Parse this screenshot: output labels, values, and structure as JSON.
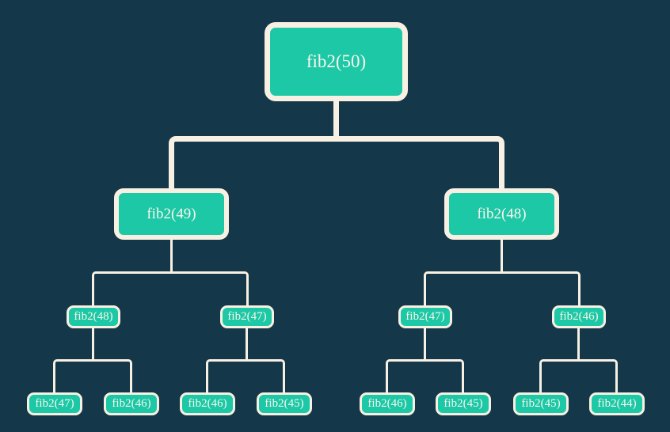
{
  "diagram": {
    "type": "tree",
    "description": "Recursion call tree of fib2(50), three levels of expansion",
    "colors": {
      "background": "#143749",
      "node_fill": "#1cc8a6",
      "node_border": "#f8f1e3",
      "connector": "#f8f1e3",
      "text": "#fbf6ec"
    },
    "tree": {
      "label": "fib2(50)",
      "children": [
        {
          "label": "fib2(49)",
          "children": [
            {
              "label": "fib2(48)",
              "children": [
                {
                  "label": "fib2(47)"
                },
                {
                  "label": "fib2(46)"
                }
              ]
            },
            {
              "label": "fib2(47)",
              "children": [
                {
                  "label": "fib2(46)"
                },
                {
                  "label": "fib2(45)"
                }
              ]
            }
          ]
        },
        {
          "label": "fib2(48)",
          "children": [
            {
              "label": "fib2(47)",
              "children": [
                {
                  "label": "fib2(46)"
                },
                {
                  "label": "fib2(45)"
                }
              ]
            },
            {
              "label": "fib2(46)",
              "children": [
                {
                  "label": "fib2(45)"
                },
                {
                  "label": "fib2(44)"
                }
              ]
            }
          ]
        }
      ]
    }
  }
}
